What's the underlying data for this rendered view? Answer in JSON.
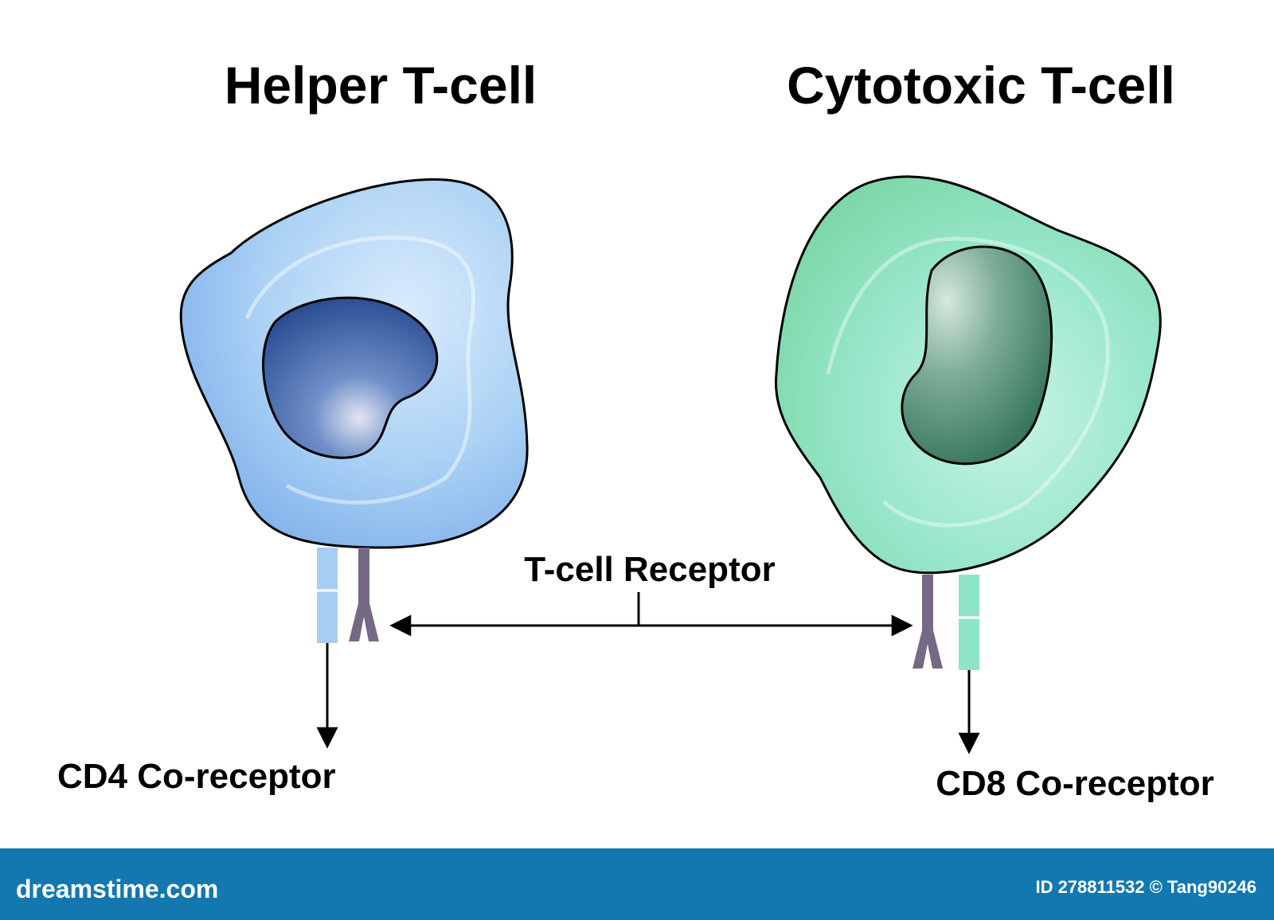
{
  "titles": {
    "left": "Helper T-cell",
    "right": "Cytotoxic T-cell"
  },
  "labels": {
    "receptor": "T-cell Receptor",
    "cd4": "CD4 Co-receptor",
    "cd8": "CD8 Co-receptor"
  },
  "footer": {
    "brand": "dreamstime.com",
    "credit": "ID 278811532 © Tang90246"
  },
  "colors": {
    "helper_cell": "#9cc8f2",
    "helper_nucleus": "#3f63a6",
    "cytotoxic_cell": "#8fe3c4",
    "cytotoxic_nucleus": "#3f8a6e",
    "tcr_receptor": "#756a85",
    "cd4_receptor": "#a7cef2",
    "cd8_receptor": "#8fe3c9",
    "footer_bar": "#1378b0"
  }
}
